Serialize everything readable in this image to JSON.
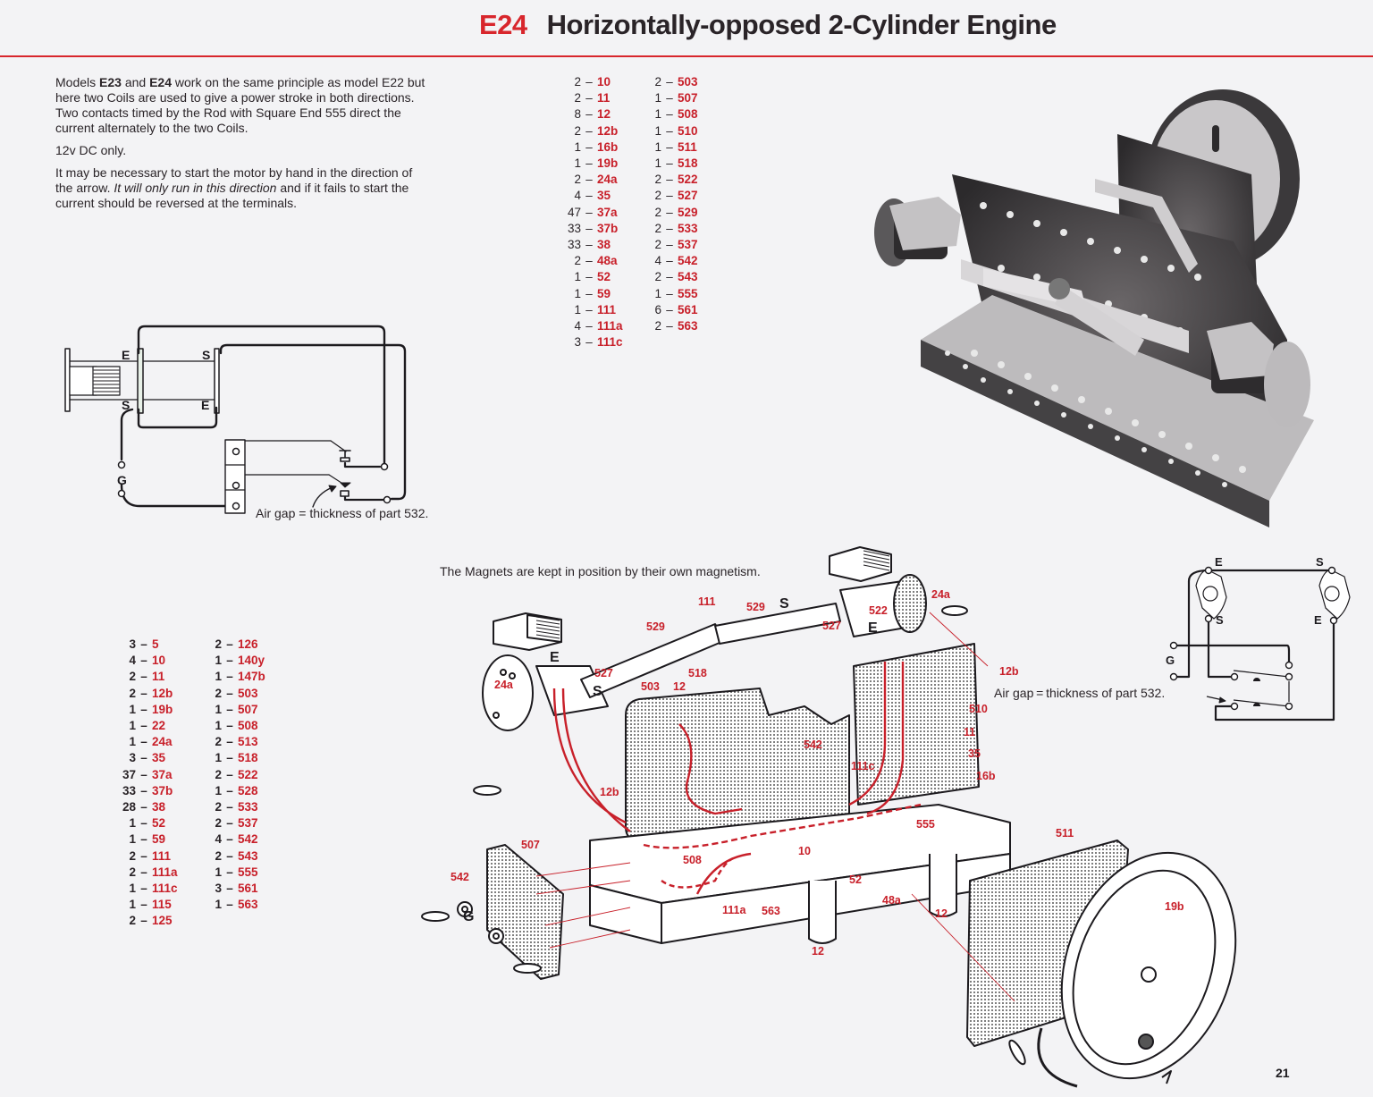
{
  "header": {
    "model_code": "E24",
    "title": "Horizontally-opposed 2-Cylinder Engine"
  },
  "colors": {
    "accent": "#d8262c",
    "part_number": "#c8202a",
    "text": "#2a2428",
    "page_bg": "#f3f3f5"
  },
  "intro": {
    "p1_a": "Models ",
    "p1_b": "E23",
    "p1_c": " and ",
    "p1_d": "E24",
    "p1_e": " work on the same principle as model E22 but here two Coils are used to give a power stroke in both directions. Two contacts timed by the Rod with Square End 555 direct the current alternately to the two Coils.",
    "p2": "12v  DC only.",
    "p3_a": "It may be necessary to start the motor by hand in the direction of the arrow. ",
    "p3_b": "It will only run in this direction",
    "p3_c": " and if it fails to start the current should be reversed at the terminals."
  },
  "parts_list_e24": {
    "col1": [
      {
        "qty": "2",
        "part": "10"
      },
      {
        "qty": "2",
        "part": "11"
      },
      {
        "qty": "8",
        "part": "12"
      },
      {
        "qty": "2",
        "part": "12b"
      },
      {
        "qty": "1",
        "part": "16b"
      },
      {
        "qty": "1",
        "part": "19b"
      },
      {
        "qty": "2",
        "part": "24a"
      },
      {
        "qty": "4",
        "part": "35"
      },
      {
        "qty": "47",
        "part": "37a"
      },
      {
        "qty": "33",
        "part": "37b"
      },
      {
        "qty": "33",
        "part": "38"
      },
      {
        "qty": "2",
        "part": "48a"
      },
      {
        "qty": "1",
        "part": "52"
      },
      {
        "qty": "1",
        "part": "59"
      },
      {
        "qty": "1",
        "part": "111"
      },
      {
        "qty": "4",
        "part": "111a"
      },
      {
        "qty": "3",
        "part": "111c"
      }
    ],
    "col2": [
      {
        "qty": "2",
        "part": "503"
      },
      {
        "qty": "1",
        "part": "507"
      },
      {
        "qty": "1",
        "part": "508"
      },
      {
        "qty": "1",
        "part": "510"
      },
      {
        "qty": "1",
        "part": "511"
      },
      {
        "qty": "1",
        "part": "518"
      },
      {
        "qty": "2",
        "part": "522"
      },
      {
        "qty": "2",
        "part": "527"
      },
      {
        "qty": "2",
        "part": "529"
      },
      {
        "qty": "2",
        "part": "533"
      },
      {
        "qty": "2",
        "part": "537"
      },
      {
        "qty": "4",
        "part": "542"
      },
      {
        "qty": "2",
        "part": "543"
      },
      {
        "qty": "1",
        "part": "555"
      },
      {
        "qty": "6",
        "part": "561"
      },
      {
        "qty": "2",
        "part": "563"
      }
    ]
  },
  "parts_list_lower": {
    "col1": [
      {
        "qty": "3",
        "part": "5"
      },
      {
        "qty": "4",
        "part": "10"
      },
      {
        "qty": "2",
        "part": "11"
      },
      {
        "qty": "2",
        "part": "12b"
      },
      {
        "qty": "1",
        "part": "19b"
      },
      {
        "qty": "1",
        "part": "22"
      },
      {
        "qty": "1",
        "part": "24a"
      },
      {
        "qty": "3",
        "part": "35"
      },
      {
        "qty": "37",
        "part": "37a"
      },
      {
        "qty": "33",
        "part": "37b"
      },
      {
        "qty": "28",
        "part": "38"
      },
      {
        "qty": "1",
        "part": "52"
      },
      {
        "qty": "1",
        "part": "59"
      },
      {
        "qty": "2",
        "part": "111"
      },
      {
        "qty": "2",
        "part": "111a"
      },
      {
        "qty": "1",
        "part": "111c"
      },
      {
        "qty": "1",
        "part": "115"
      },
      {
        "qty": "2",
        "part": "125"
      }
    ],
    "col2": [
      {
        "qty": "2",
        "part": "126"
      },
      {
        "qty": "1",
        "part": "140y"
      },
      {
        "qty": "1",
        "part": "147b"
      },
      {
        "qty": "2",
        "part": "503"
      },
      {
        "qty": "1",
        "part": "507"
      },
      {
        "qty": "1",
        "part": "508"
      },
      {
        "qty": "2",
        "part": "513"
      },
      {
        "qty": "1",
        "part": "518"
      },
      {
        "qty": "2",
        "part": "522"
      },
      {
        "qty": "1",
        "part": "528"
      },
      {
        "qty": "2",
        "part": "533"
      },
      {
        "qty": "2",
        "part": "537"
      },
      {
        "qty": "4",
        "part": "542"
      },
      {
        "qty": "2",
        "part": "543"
      },
      {
        "qty": "1",
        "part": "555"
      },
      {
        "qty": "3",
        "part": "561"
      },
      {
        "qty": "1",
        "part": "563"
      }
    ]
  },
  "wiring_diagram_left": {
    "labels": {
      "e_top": "E",
      "s_top": "S",
      "s_bottom": "S",
      "e_bottom": "E",
      "ground": "G"
    },
    "note": "Air gap = thickness of part 532."
  },
  "wiring_diagram_right": {
    "labels": {
      "e_left": "E",
      "s_right": "S",
      "s_left": "S",
      "e_right": "E",
      "ground": "G"
    },
    "note": "Air gap = thickness of part 532."
  },
  "exploded_view": {
    "magnet_note": "The Magnets are kept in position by their own magnetism.",
    "callouts": {
      "c111": "111",
      "c529a": "529",
      "c529b": "529",
      "cS1": "S",
      "c522": "522",
      "c24a_top": "24a",
      "c527a": "527",
      "cE1": "E",
      "cE2": "E",
      "c24a_left": "24a",
      "c527b": "527",
      "cS2": "S",
      "c518": "518",
      "c503": "503",
      "c12a": "12",
      "c12b_right": "12b",
      "c510": "510",
      "c11": "11",
      "c35": "35",
      "c16b": "16b",
      "c542a": "542",
      "c111c": "111c",
      "c12b_left": "12b",
      "c555": "555",
      "c508": "508",
      "c10": "10",
      "c52": "52",
      "c48a": "48a",
      "c12b": "12",
      "c12c": "12",
      "c111a": "111a",
      "c563": "563",
      "c507": "507",
      "c542b": "542",
      "cG": "G",
      "c511": "511",
      "c19b": "19b"
    }
  },
  "photo": {
    "subject": "assembled-engine-photo"
  },
  "footer": {
    "page_number": "21"
  }
}
